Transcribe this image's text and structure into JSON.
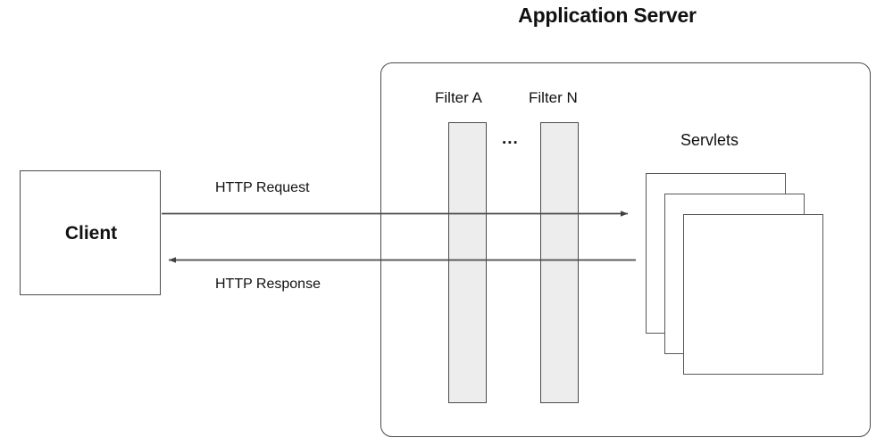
{
  "diagram": {
    "title": "Application Server",
    "type": "architecture-flow",
    "colors": {
      "background": "#ffffff",
      "stroke": "#4b4b4b",
      "filter_fill": "#ededed",
      "servlet_fill": "#ffffff",
      "text": "#111111"
    },
    "client": {
      "label": "Client"
    },
    "server": {
      "label": "Application Server",
      "filters": [
        {
          "label": "Filter A",
          "name": "filter-a"
        },
        {
          "label": "Filter N",
          "name": "filter-n"
        }
      ],
      "filters_ellipsis": "...",
      "servlets": {
        "label": "Servlets",
        "count": 3
      }
    },
    "flows": [
      {
        "label": "HTTP Request",
        "direction": "client-to-servlets",
        "arrow": "right"
      },
      {
        "label": "HTTP Response",
        "direction": "servlets-to-client",
        "arrow": "left"
      }
    ]
  }
}
